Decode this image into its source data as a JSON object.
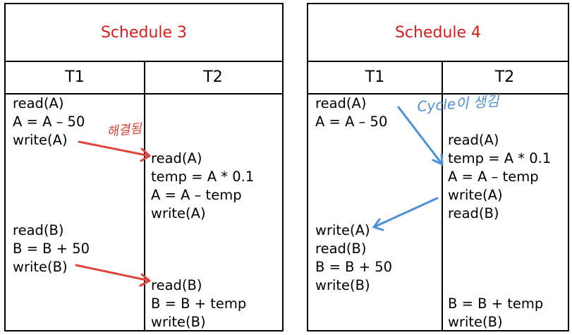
{
  "schedule3": {
    "title": "Schedule 3",
    "col1": "T1",
    "col2": "T2",
    "t1_ops": [
      "read(A)",
      "A = A – 50",
      "write(A)",
      "read(B)",
      "B = B + 50",
      "write(B)"
    ],
    "t2_ops": [
      "read(A)",
      "temp = A * 0.1",
      "A = A – temp",
      "write(A)",
      "read(B)",
      "B = B + temp",
      "write(B)"
    ],
    "annotation": "해결됨",
    "annotation_color": "#e0443a"
  },
  "schedule4": {
    "title": "Schedule 4",
    "col1": "T1",
    "col2": "T2",
    "t1_ops": [
      "read(A)",
      "A = A – 50",
      "write(A)",
      "read(B)",
      "B = B + 50",
      "write(B)"
    ],
    "t2_ops": [
      "read(A)",
      "temp = A * 0.1",
      "A = A – temp",
      "write(A)",
      "read(B)",
      "B = B + temp",
      "write(B)"
    ],
    "annotation": "Cycle이 생김",
    "annotation_color": "#4a8fd8"
  },
  "colors": {
    "title": "#d81c1c",
    "border": "#000000"
  }
}
